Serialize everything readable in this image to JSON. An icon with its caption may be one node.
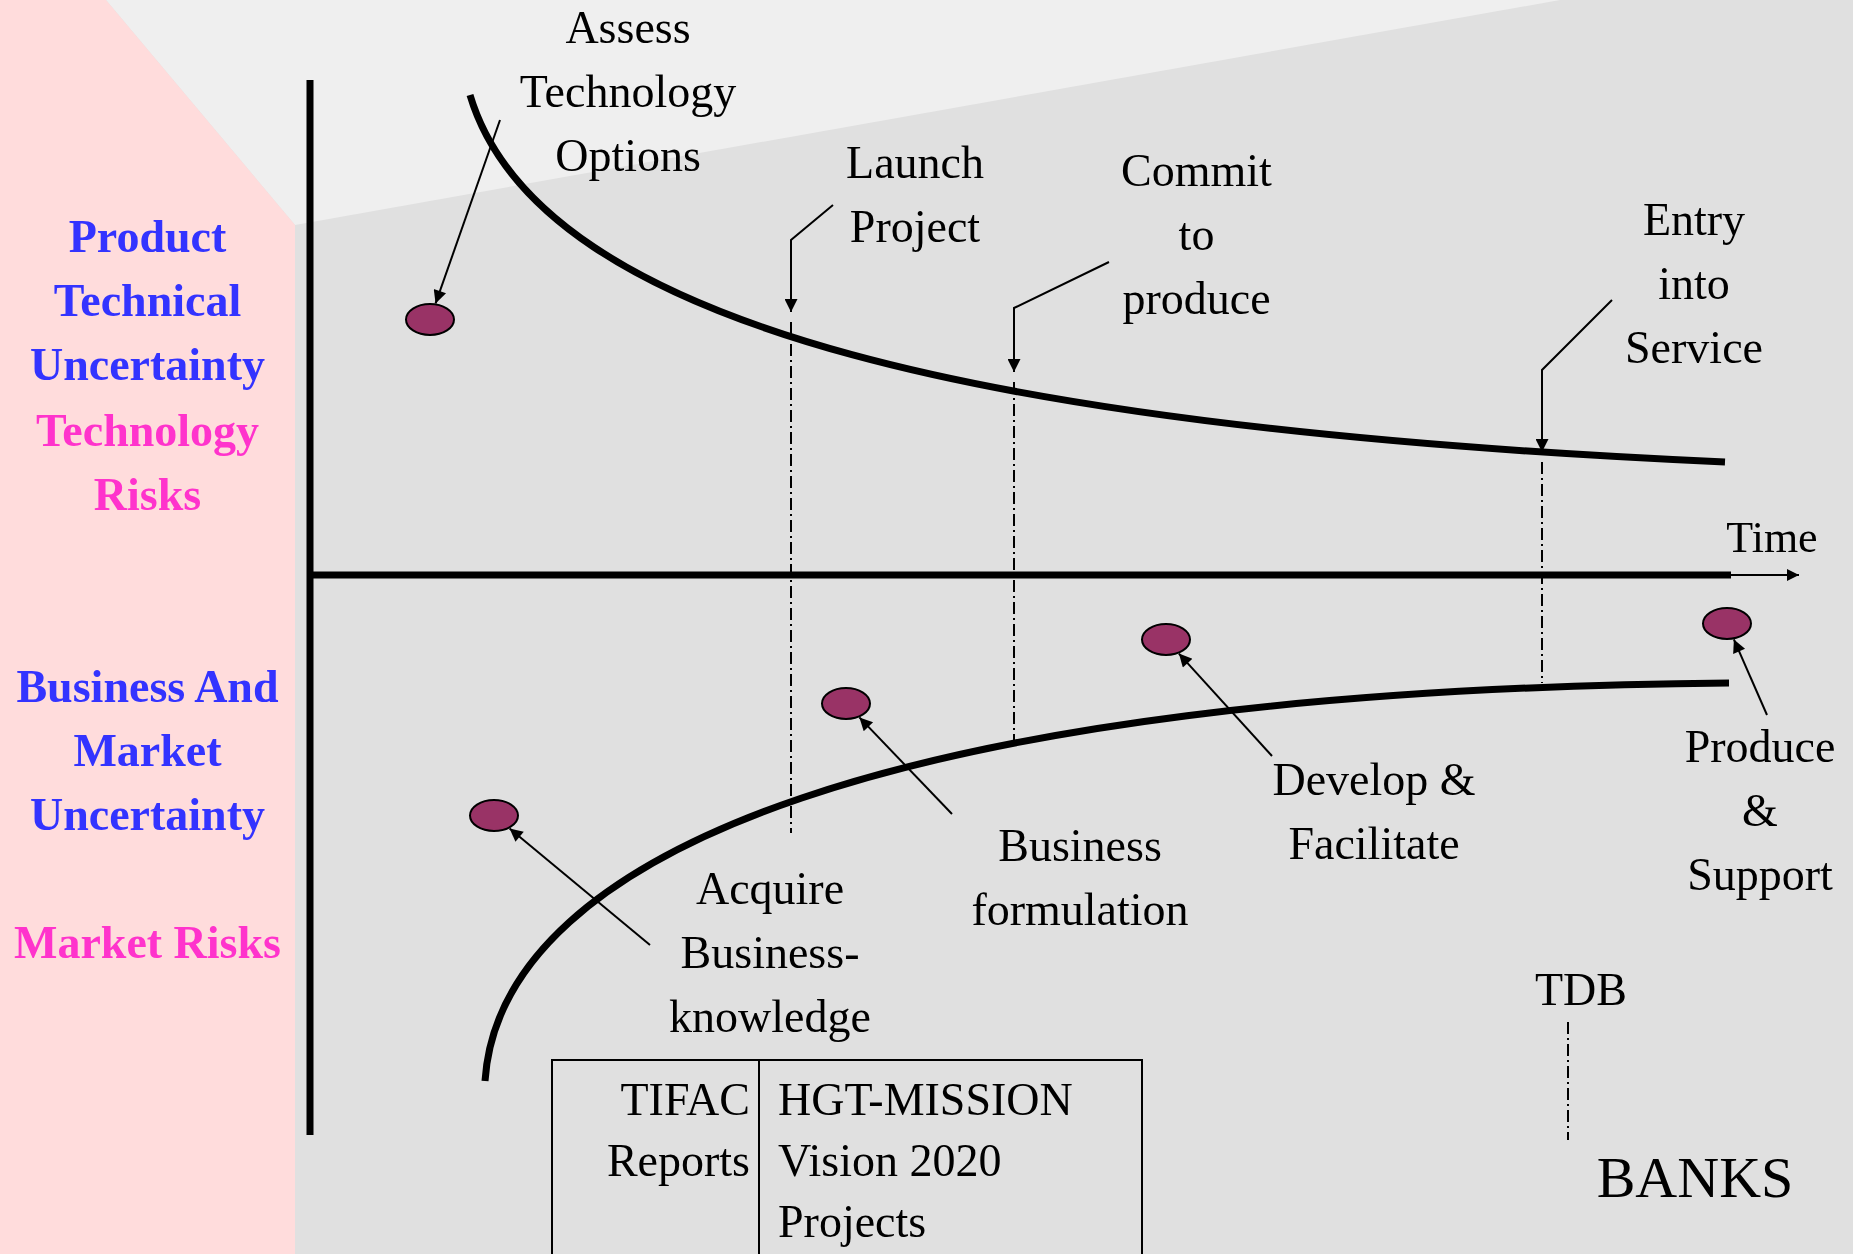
{
  "diagram": {
    "nodes": [
      {
        "text": [
          "Assess Technology Options"
        ]
      },
      {
        "text": [],
        "shape": "ellipse"
      },
      {
        "text": [
          "Launch Project"
        ]
      },
      {
        "text": [
          "Commit to produce"
        ]
      },
      {
        "text": [
          "Entry into Service"
        ]
      },
      {
        "text": [],
        "shape": "ellipse"
      },
      {
        "text": [
          "Acquire Business- knowledge"
        ]
      },
      {
        "text": [],
        "shape": "ellipse"
      },
      {
        "text": [
          "Business formulation"
        ]
      },
      {
        "text": [],
        "shape": "ellipse"
      },
      {
        "text": [
          "Develop & Facilitate"
        ]
      },
      {
        "text": [],
        "shape": "ellipse"
      },
      {
        "text": [
          "Produce & Support"
        ]
      },
      {
        "text": [
          "TDB"
        ]
      },
      {
        "text": [
          "BANKS"
        ]
      }
    ],
    "edges": [
      {
        "from": 0,
        "to": 1,
        "arrow": "to"
      },
      {
        "from": 2,
        "to": null,
        "arrow": "to"
      },
      {
        "from": 3,
        "to": null,
        "arrow": "to"
      },
      {
        "from": 4,
        "to": null,
        "arrow": "to"
      },
      {
        "from": 6,
        "to": 5,
        "arrow": "to"
      },
      {
        "from": 8,
        "to": 7,
        "arrow": "to"
      },
      {
        "from": 10,
        "to": 9,
        "arrow": "to"
      },
      {
        "from": 12,
        "to": 11,
        "arrow": "to"
      },
      {
        "from": 13,
        "to": 14,
        "arrow": "none",
        "style": "dashed"
      }
    ],
    "labels": [
      "Product Technical Uncertainty",
      "Technology Risks",
      "Time",
      "Business And Market Uncertainty",
      "Market Risks",
      "TIFAC Reports",
      "HGT-MISSION Vision 2020 Projects"
    ]
  }
}
